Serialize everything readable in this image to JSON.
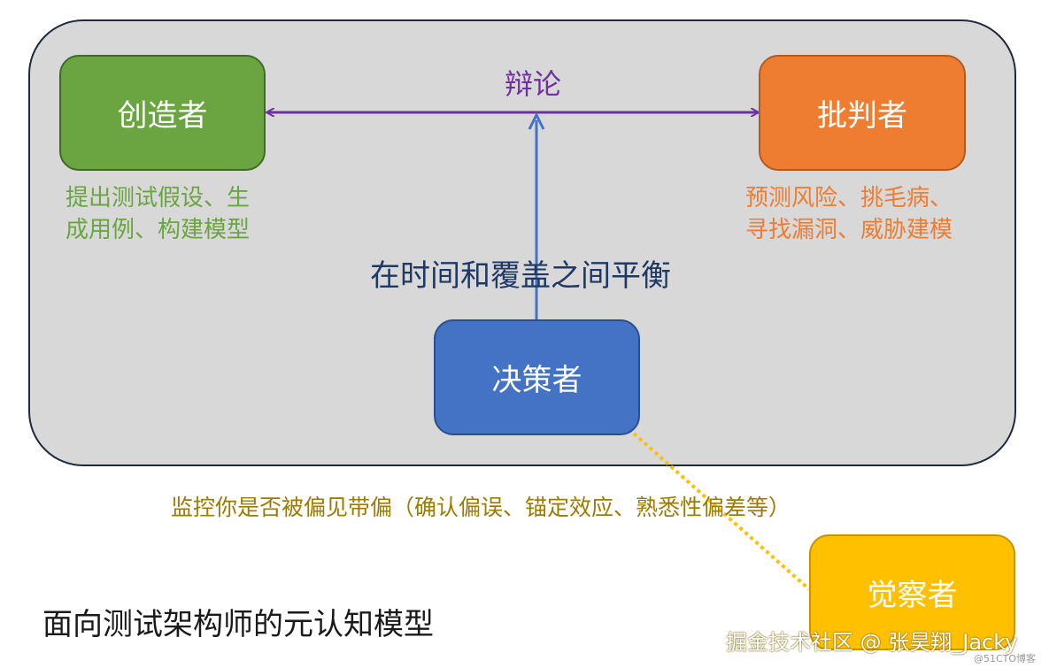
{
  "nodes": {
    "creator": {
      "label": "创造者",
      "desc_line1": "提出测试假设、生",
      "desc_line2": "成用例、构建模型"
    },
    "critic": {
      "label": "批判者",
      "desc_line1": "预测风险、挑毛病、",
      "desc_line2": "寻找漏洞、威胁建模"
    },
    "decider": {
      "label": "决策者"
    },
    "observer": {
      "label": "觉察者"
    }
  },
  "edges": {
    "debate_label": "辩论",
    "balance_label": "在时间和覆盖之间平衡",
    "monitor_label": "监控你是否被偏见带偏（确认偏误、锚定效应、熟悉性偏差等）"
  },
  "title": "面向测试架构师的元认知模型",
  "credit": "掘金技术社区 @ 张昊翔_Jacky",
  "watermark": "@51CTO博客",
  "colors": {
    "creator": "#6aa542",
    "critic": "#ee7d31",
    "decider": "#4472c4",
    "observer": "#ffc000",
    "debate_arrow": "#7030a0",
    "balance_arrow": "#4472c4",
    "monitor_line": "#ffc000"
  }
}
